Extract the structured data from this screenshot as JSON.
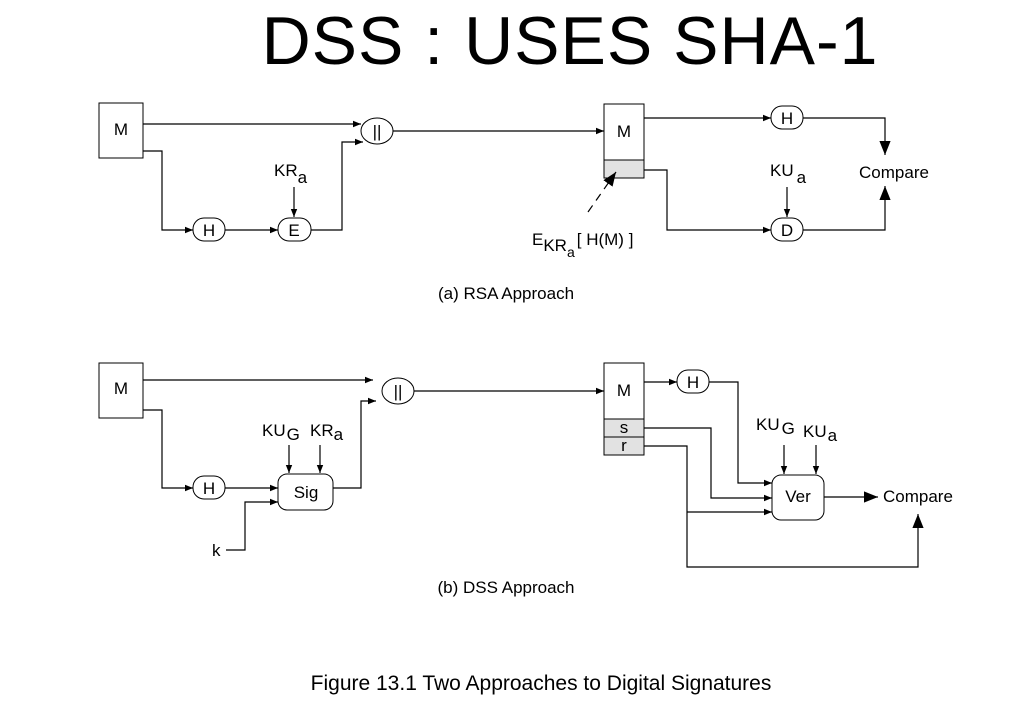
{
  "title": "DSS  :  USES SHA-1",
  "rsa": {
    "message": "M",
    "hash": "H",
    "encrypt": "E",
    "concat": "||",
    "private_key": "KR",
    "private_key_sub": "a",
    "recv_message": "M",
    "recv_hash": "H",
    "decrypt": "D",
    "public_key": "KU",
    "public_key_sub": "a",
    "compare": "Compare",
    "sig_label_E": "E",
    "sig_label_KR": "KR",
    "sig_label_a": "a",
    "sig_label_rest": "[ H(M) ]",
    "caption": "(a) RSA Approach"
  },
  "dss": {
    "message": "M",
    "hash": "H",
    "sign": "Sig",
    "concat": "||",
    "global_key": "KU",
    "global_key_sub": "G",
    "private_key": "KR",
    "private_key_sub": "a",
    "random": "k",
    "recv_message": "M",
    "s": "s",
    "r": "r",
    "recv_hash": "H",
    "verify": "Ver",
    "ver_global_key": "KU",
    "ver_global_key_sub": "G",
    "ver_public_key": "KU",
    "ver_public_key_sub": "a",
    "compare": "Compare",
    "caption": "(b) DSS Approach"
  },
  "figure_caption": "Figure 13.1   Two Approaches to Digital Signatures"
}
